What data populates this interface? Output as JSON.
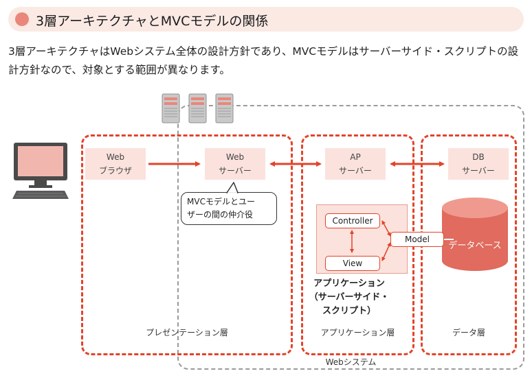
{
  "heading": {
    "title": "3層アーキテクチャとMVCモデルの関係",
    "dot_color": "#e9877b",
    "bar_color": "#fbe9e4"
  },
  "intro": {
    "text": "3層アーキテクチャはWebシステム全体の設計方針であり、MVCモデルはサーバーサイド・スクリプトの設計方針なので、対象とする範囲が異なります。"
  },
  "diagram": {
    "accent_color": "#e2432a",
    "component_fill": "#fbe2dd",
    "web_browser": {
      "line1": "Web",
      "line2": "ブラウザ"
    },
    "web_server": {
      "line1": "Web",
      "line2": "サーバー"
    },
    "ap_server": {
      "line1": "AP",
      "line2": "サーバー"
    },
    "db_server": {
      "line1": "DB",
      "line2": "サーバー"
    },
    "callout": {
      "line1": "MVCモデルとユー",
      "line2": "ザーの間の仲介役"
    },
    "mvc": {
      "controller": "Controller",
      "view": "View",
      "model": "Model"
    },
    "database_label": "データベース",
    "app_caption": {
      "line1": "アプリケーション",
      "line2": "（サーバーサイド・",
      "line3": "スクリプト）"
    },
    "layers": {
      "presentation": "プレゼンテーション層",
      "application": "アプリケーション層",
      "data": "データ層"
    },
    "web_system_label": "Webシステム",
    "icons": [
      "pc-monitor-icon",
      "server-rack-icon",
      "database-cylinder-icon"
    ]
  }
}
